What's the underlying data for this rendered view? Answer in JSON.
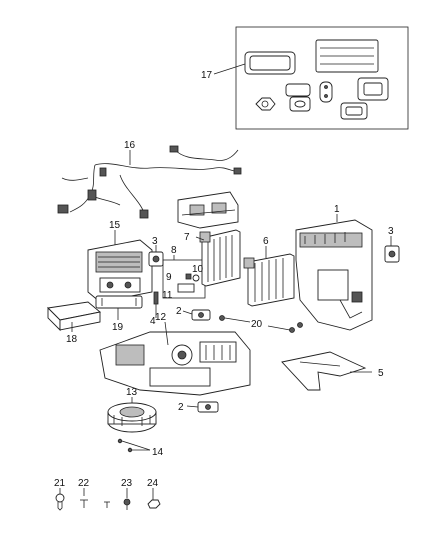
{
  "callouts": {
    "c1": "1",
    "c2a": "2",
    "c2b": "2",
    "c3a": "3",
    "c3b": "3",
    "c4": "4",
    "c5": "5",
    "c6": "6",
    "c7": "7",
    "c8": "8",
    "c9": "9",
    "c10": "10",
    "c11": "11",
    "c12": "12",
    "c13": "13",
    "c14": "14",
    "c15": "15",
    "c16": "16",
    "c17": "17",
    "c18": "18",
    "c19": "19",
    "c20": "20",
    "c21": "21",
    "c22": "22",
    "c23": "23",
    "c24": "24"
  },
  "colors": {
    "line": "#222222",
    "background": "#ffffff"
  }
}
